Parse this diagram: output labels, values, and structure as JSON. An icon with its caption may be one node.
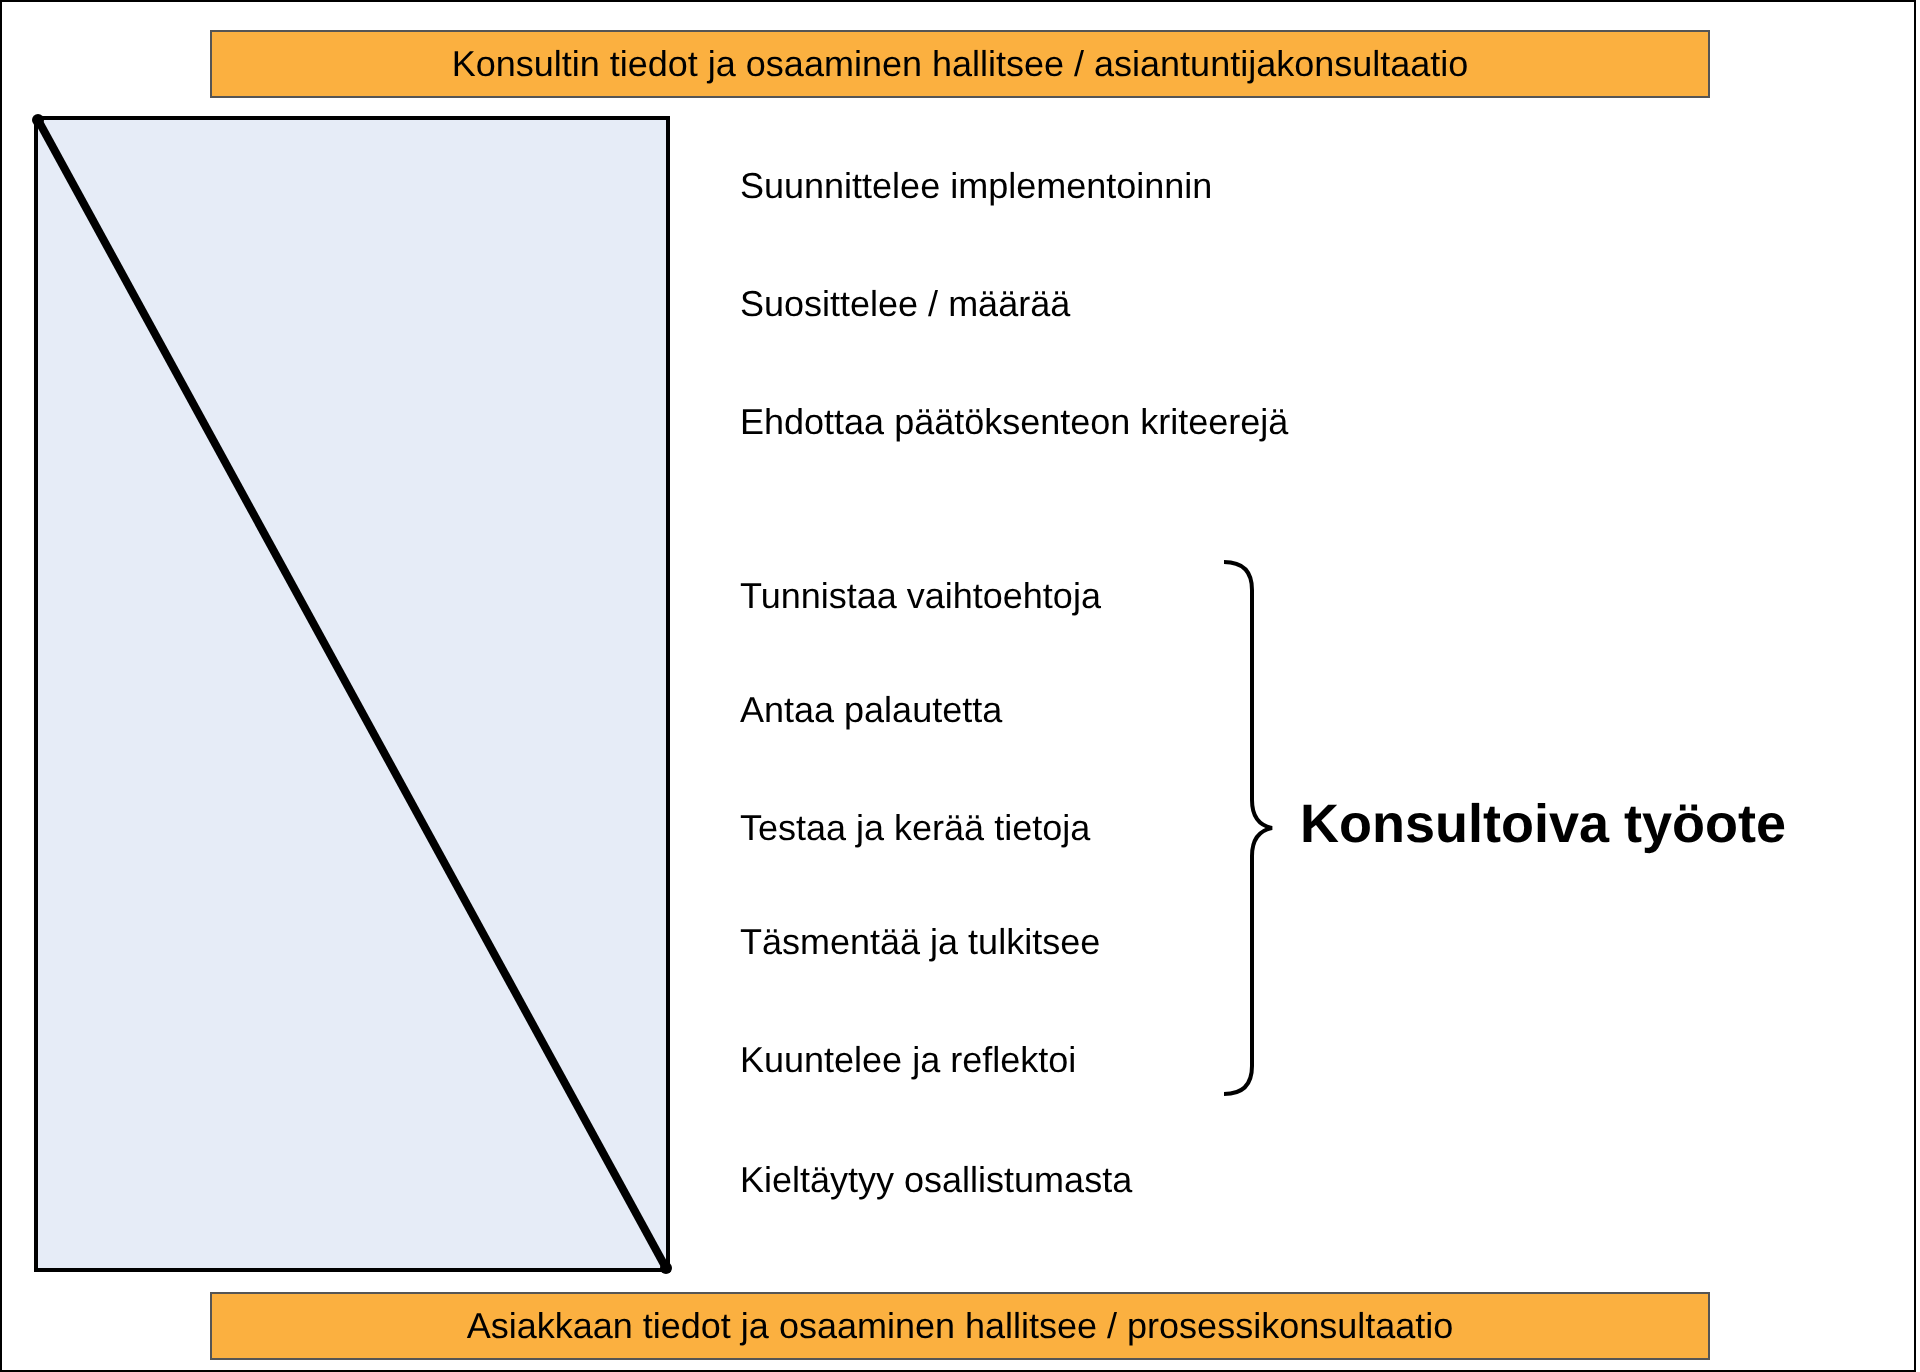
{
  "diagram": {
    "nodes": [
      {
        "text": [
          "Konsultin tiedot ja osaaminen hallitsee / asiantuntijakonsultaatio"
        ]
      },
      {
        "text": [
          "Asiakkaan tiedot ja osaaminen hallitsee / prosessikonsultaatio"
        ]
      }
    ],
    "edges": [],
    "labels": [
      "Suunnittelee implementoinnin",
      "Suosittelee / määrää",
      "Ehdottaa päätöksenteon kriteerejä",
      "Tunnistaa vaihtoehtoja",
      "Antaa palautetta",
      "Testaa ja kerää tietoja",
      "Täsmentää ja tulkitsee",
      "Kuuntelee ja reflektoi",
      "Kieltäytyy osallistumasta",
      "Konsultoiva työote"
    ]
  }
}
